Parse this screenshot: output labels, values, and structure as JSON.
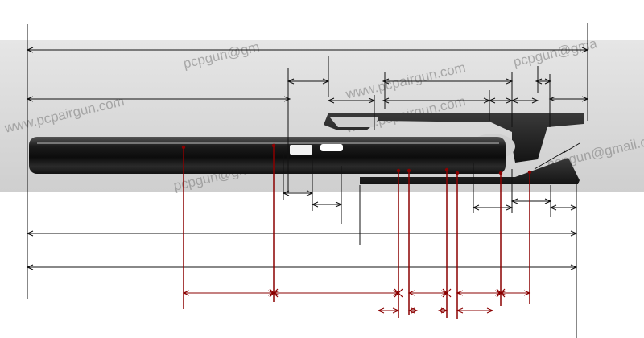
{
  "watermarks": [
    "pcpgun@gm",
    "www.pcpairgun.com",
    "www.pcpairgun.com",
    "pcpgun@gma",
    "pcpgun@gmail.",
    "www.pcpairgun.com",
    "pcpgun@gmail.com"
  ],
  "colors": {
    "dimension_line": "#111111",
    "bore_hole_line": "#8b0000",
    "receiver_body": "#1a1a1a"
  }
}
